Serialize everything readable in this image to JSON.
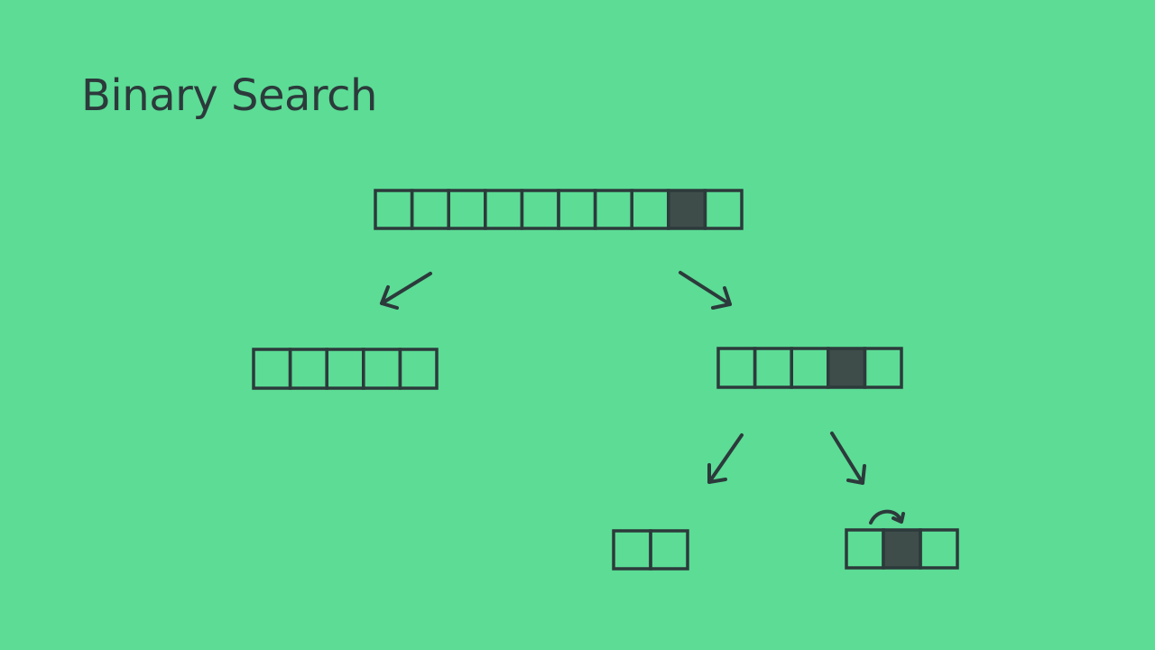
{
  "title": "Binary Search",
  "colors": {
    "background": "#5cdc95",
    "stroke": "#2c3a3b",
    "highlight": "#3e4d4a"
  },
  "arrays": [
    {
      "id": "root-array",
      "cells": 10,
      "highlighted_index": 8
    },
    {
      "id": "left-half-array",
      "cells": 5,
      "highlighted_index": null
    },
    {
      "id": "right-half-array",
      "cells": 5,
      "highlighted_index": 3
    },
    {
      "id": "left-quarter-array",
      "cells": 2,
      "highlighted_index": null
    },
    {
      "id": "right-quarter-array",
      "cells": 3,
      "highlighted_index": 1
    }
  ],
  "arrows": [
    {
      "id": "arrow-root-to-left",
      "direction": "down-left"
    },
    {
      "id": "arrow-root-to-right",
      "direction": "down-right"
    },
    {
      "id": "arrow-half-to-left",
      "direction": "down-left"
    },
    {
      "id": "arrow-half-to-right",
      "direction": "down-right"
    }
  ],
  "pointer_icon": "curved-arrow-icon"
}
